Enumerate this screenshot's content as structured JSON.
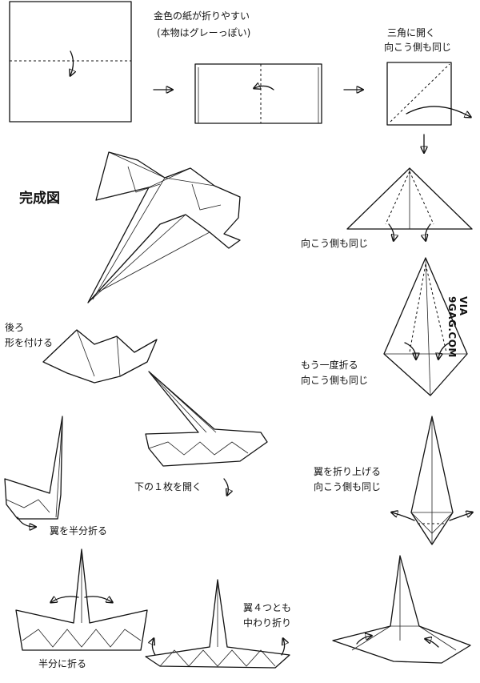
{
  "labels": {
    "step1": "金色の紙が折りやすい",
    "step1b": "(本物はグレーっぽい)",
    "step3": "三角に開く",
    "step3b": "向こう側も同じ",
    "completed": "完成図",
    "step4": "向こう側も同じ",
    "step5": "もう一度折る",
    "step5b": "向こう側も同じ",
    "back1": "後ろ",
    "back2": "形を付ける",
    "open_bottom": "下の１枚を開く",
    "wing_up": "翼を折り上げる",
    "wing_up_b": "向こう側も同じ",
    "wing_half": "翼を半分折る",
    "four_wings": "翼４つとも",
    "four_wings_b": "中わり折り",
    "fold_half": "半分に折る"
  },
  "watermark": "VIA 9GAG.COM",
  "colors": {
    "ink": "#111111",
    "paper": "#ffffff"
  }
}
